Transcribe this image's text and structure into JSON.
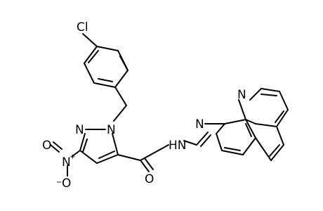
{
  "molecule": {
    "labels": {
      "cl": "Cl",
      "n1": "N",
      "n2": "N",
      "nitro_n": "N",
      "nitro_o1": "O",
      "nitro_o2": "O",
      "amide_o": "O",
      "nh_nh": "HN",
      "imine_n": "N",
      "quin_n": "N",
      "plus": "+",
      "minus": "−"
    }
  }
}
